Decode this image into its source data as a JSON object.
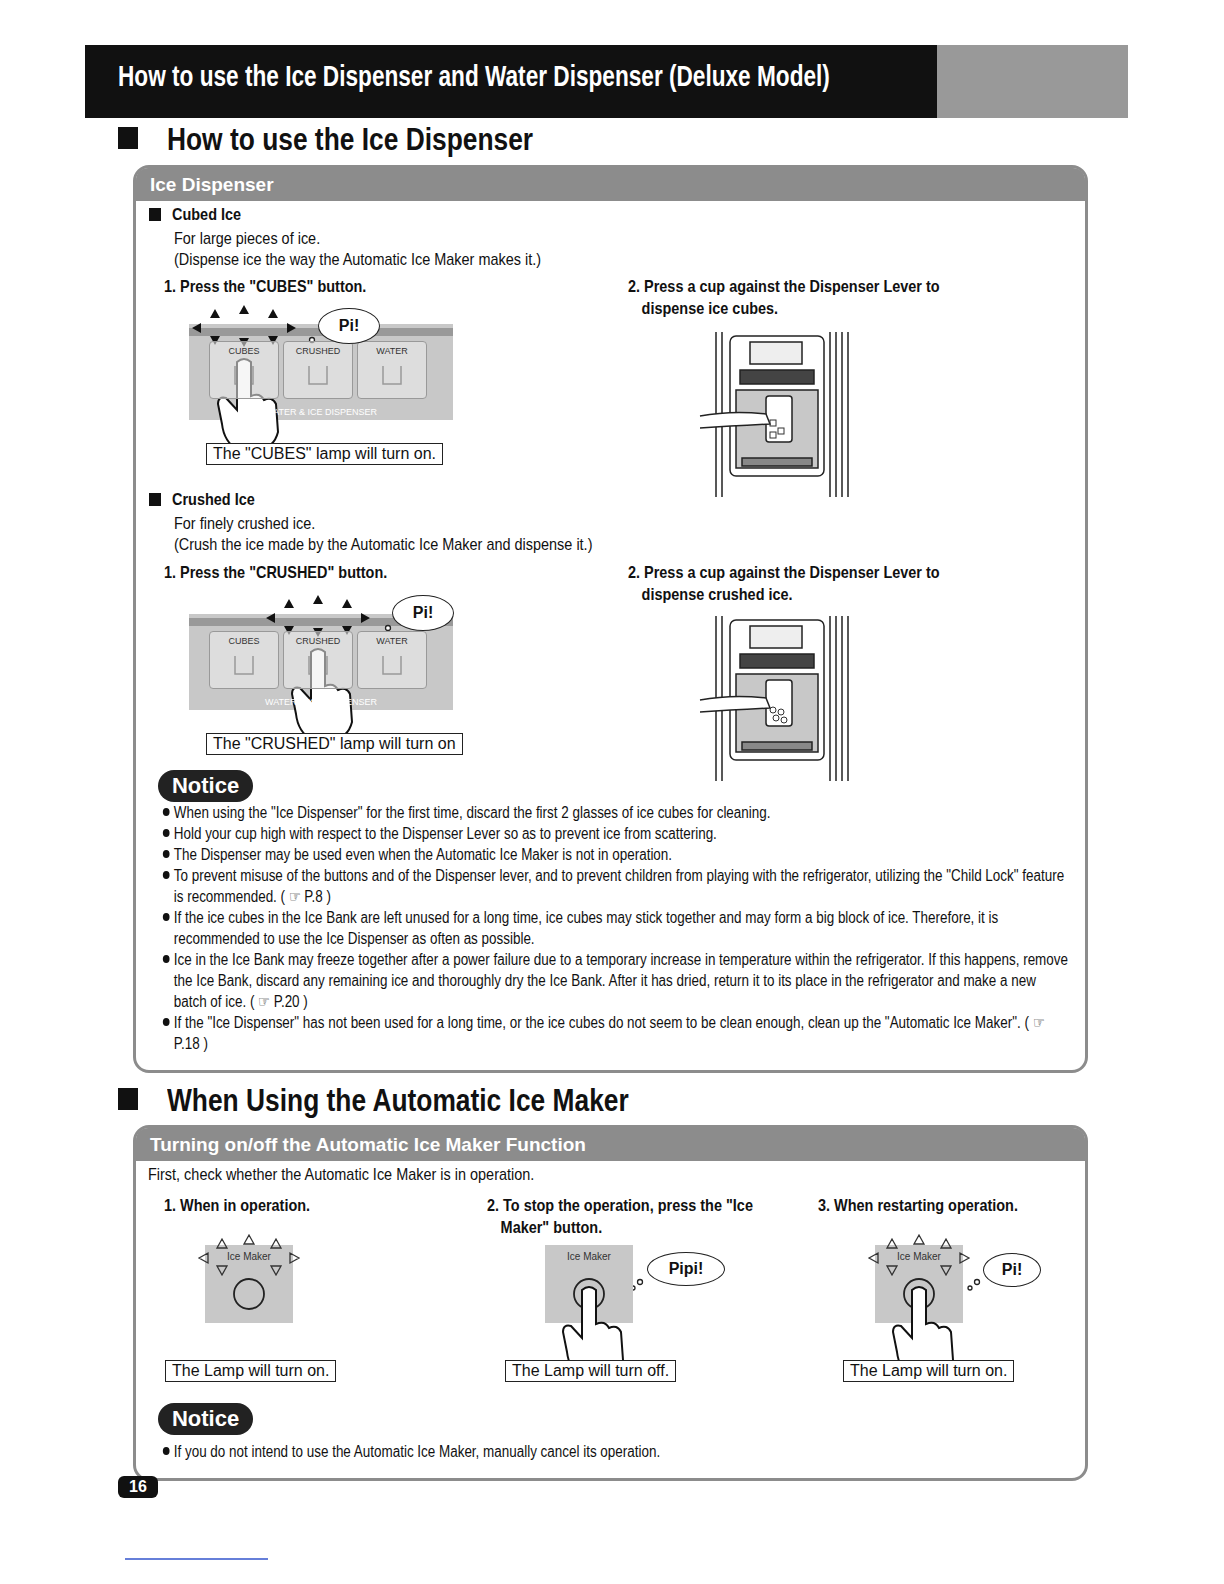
{
  "diagram": {
    "title": "How to use the Ice Dispenser and Water Dispenser (Deluxe Model)",
    "nodes": [
      {
        "text": [
          "Ice Dispenser"
        ]
      },
      {
        "text": [
          "WATER & ICE DISPENSER"
        ],
        "in": 0
      },
      {
        "text": [
          "CUBES"
        ],
        "in": 1
      },
      {
        "text": [
          "CRUSHED"
        ],
        "in": 1
      },
      {
        "text": [
          "WATER"
        ],
        "in": 1
      },
      {
        "text": [
          "Pi!"
        ],
        "in": 0
      },
      {
        "text": [
          "The \"CUBES\" lamp will turn on."
        ],
        "in": 0
      },
      {
        "text": [
          "WATER & ICE DISPENSER"
        ],
        "in": 0
      },
      {
        "text": [
          "CUBES"
        ],
        "in": 7
      },
      {
        "text": [
          "CRUSHED"
        ],
        "in": 7
      },
      {
        "text": [
          "WATER"
        ],
        "in": 7
      },
      {
        "text": [
          "Pi!"
        ],
        "in": 0
      },
      {
        "text": [
          "The \"CRUSHED\" lamp will turn on"
        ],
        "in": 0
      },
      {
        "text": [
          "Notice"
        ],
        "in": 0
      },
      {
        "text": [
          "Turning on/off the Automatic Ice Maker Function"
        ]
      },
      {
        "text": [
          "Ice Maker"
        ],
        "in": 14
      },
      {
        "text": [
          "The Lamp will turn on."
        ],
        "in": 14
      },
      {
        "text": [
          "Ice Maker"
        ],
        "in": 14
      },
      {
        "text": [
          "Pipi!"
        ],
        "in": 14
      },
      {
        "text": [
          "The Lamp will turn off."
        ],
        "in": 14
      },
      {
        "text": [
          "Ice Maker"
        ],
        "in": 14
      },
      {
        "text": [
          "Pi!"
        ],
        "in": 14
      },
      {
        "text": [
          "The Lamp will turn on."
        ],
        "in": 14
      },
      {
        "text": [
          "Notice"
        ],
        "in": 14
      },
      {
        "text": [
          "16"
        ]
      }
    ],
    "labels": [
      "How to use the Ice Dispenser",
      "Cubed Ice",
      "For large pieces of ice.",
      "(Dispense ice the way the Automatic Ice Maker makes it.)",
      "1. Press the \"CUBES\" button.",
      "2. Press a cup against the Dispenser Lever to dispense ice cubes.",
      "Crushed Ice",
      "For finely crushed ice.",
      "(Crush the ice made by the Automatic Ice Maker and dispense it.)",
      "1. Press the \"CRUSHED\" button.",
      "2. Press a cup against the Dispenser Lever to dispense crushed ice.",
      "When using the \"Ice Dispenser\" for the first time, discard the first 2 glasses of ice cubes for cleaning.",
      "Hold your cup high with respect to the Dispenser Lever so as to prevent ice from scattering.",
      "The Dispenser may be used even when the Automatic Ice Maker is not in operation.",
      "To prevent misuse of the buttons and of the Dispenser lever, and to prevent children from playing with the refrigerator, utilizing the \"Child Lock\" feature is recommended. ( ☞ P.8 )",
      "If the ice cubes in the Ice Bank are left unused for a long time, ice cubes may stick together and may form a big block of ice. Therefore, it is recommended to use the Ice Dispenser as often as possible.",
      "Ice in the Ice Bank may freeze together after a power failure due to a temporary increase in temperature within the refrigerator. If this happens, remove the Ice Bank, discard any remaining ice and thoroughly dry the Ice Bank. After it has dried, return it to its place in the refrigerator and make a new batch of ice. ( ☞ P.20 )",
      "If the \"Ice Dispenser\" has not been used for a long time, or the ice cubes do not seem to be clean enough, clean up the \"Automatic Ice Maker\". ( ☞ P.18 )",
      "When Using the Automatic Ice Maker",
      "First, check whether the Automatic Ice Maker is in operation.",
      "1. When in operation.",
      "2. To stop the operation, press the \"Ice Maker\" button.",
      "3. When restarting operation.",
      "If you do not intend to use the Automatic Ice Maker, manually cancel its operation."
    ]
  }
}
